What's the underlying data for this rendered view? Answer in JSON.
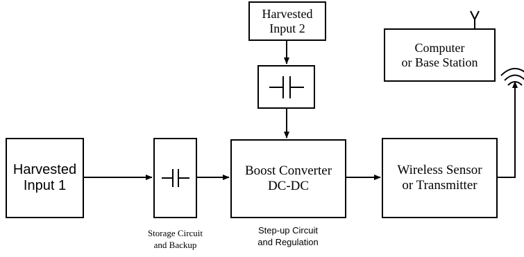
{
  "blocks": {
    "harvested_input_1": [
      "Harvested",
      "Input 1"
    ],
    "harvested_input_2": [
      "Harvested",
      "Input 2"
    ],
    "computer_base_station": [
      "Computer",
      "or Base Station"
    ],
    "boost_converter": [
      "Boost Converter",
      "DC-DC"
    ],
    "wireless_sensor": [
      "Wireless Sensor",
      "or Transmitter"
    ]
  },
  "captions": {
    "storage": [
      "Storage Circuit",
      "and Backup"
    ],
    "stepup": [
      "Step-up Circuit",
      "and Regulation"
    ]
  },
  "icons": {
    "storage_capacitor": "capacitor-icon",
    "input2_capacitor": "capacitor-icon",
    "base_antenna": "antenna-icon",
    "transmitter_antenna": "wireless-signal-icon"
  },
  "colors": {
    "line": "#000000",
    "background": "#ffffff"
  }
}
